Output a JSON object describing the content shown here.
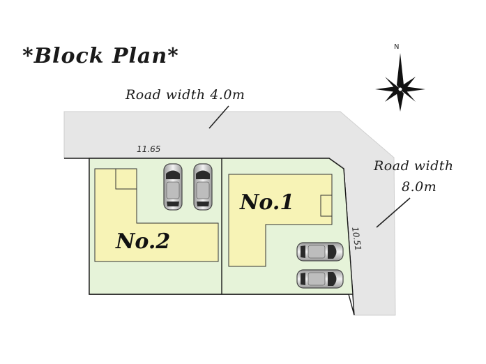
{
  "title": "*Block Plan*",
  "roads": {
    "north": {
      "label": "Road width  4.0m"
    },
    "east": {
      "label_line1": "Road width",
      "label_line2": "8.0m"
    }
  },
  "dimensions": {
    "frontage_north": "11.65",
    "frontage_east": "10.51"
  },
  "lots": [
    {
      "label": "No.1"
    },
    {
      "label": "No.2"
    }
  ],
  "compass": {
    "north_label": "N"
  },
  "colors": {
    "road": "#e6e6e6",
    "lot_ground": "#e6f3d9",
    "house": "#f7f3b6",
    "outline": "#1a1a1a"
  }
}
